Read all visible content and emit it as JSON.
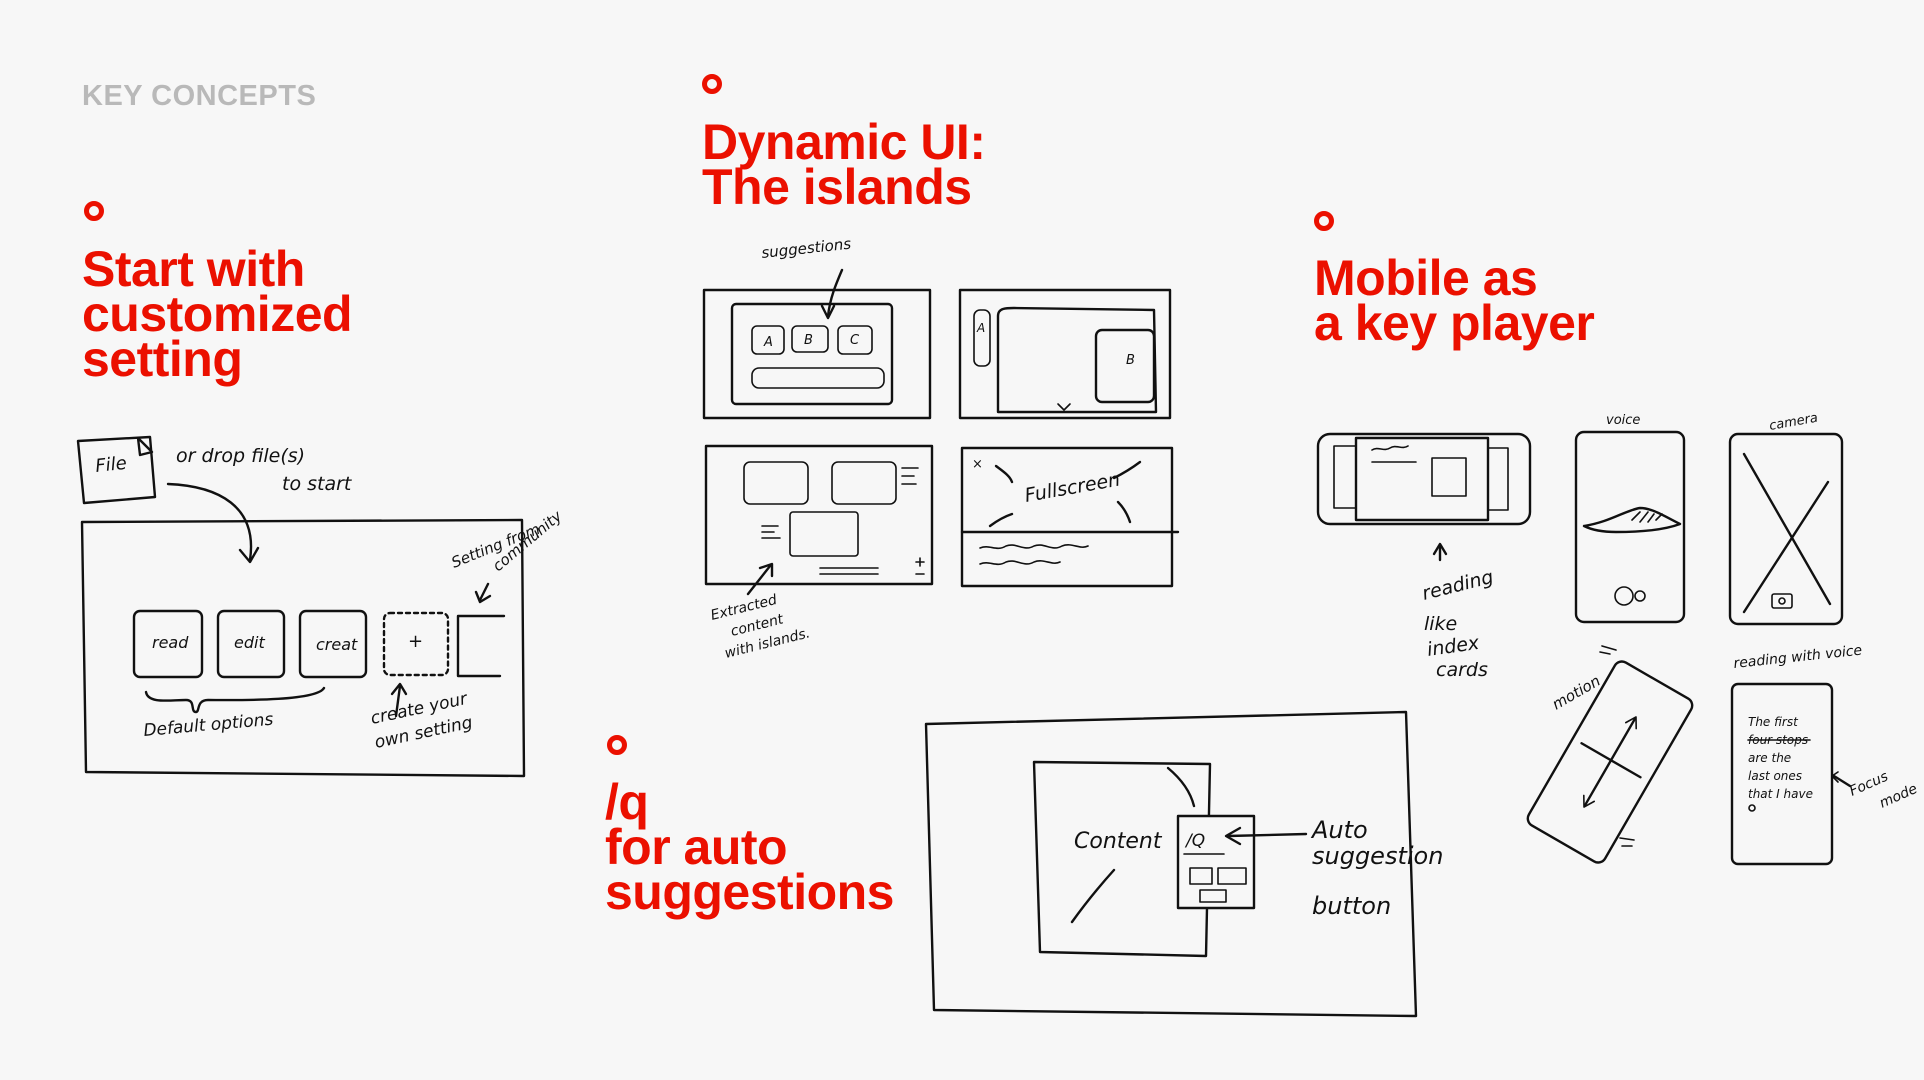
{
  "kicker": "KEY CONCEPTS",
  "accent_color": "#eb1000",
  "concepts": [
    {
      "id": "customized-setting",
      "heading_lines": [
        "Start with",
        "customized",
        "setting"
      ]
    },
    {
      "id": "dynamic-ui",
      "heading_lines": [
        "Dynamic UI:",
        "The islands"
      ]
    },
    {
      "id": "mobile",
      "heading_lines": [
        "Mobile as",
        "a key player"
      ]
    },
    {
      "id": "auto-suggestions",
      "heading_lines": [
        "/q",
        "for auto",
        "suggestions"
      ]
    }
  ],
  "sketch_setting": {
    "file_label": "File",
    "drop_note": [
      "or drop file(s)",
      "to start"
    ],
    "options": [
      "read",
      "edit",
      "creat",
      "+"
    ],
    "default_options_note": "Default options",
    "create_own_note": [
      "create your",
      "own setting"
    ],
    "community_note": [
      "Setting from",
      "community"
    ]
  },
  "sketch_islands": {
    "suggestions_note": "suggestions",
    "island_buttons": [
      "A",
      "B",
      "C"
    ],
    "side_island": "A",
    "card_b": "B",
    "fullscreen_label": "Fullscreen",
    "close_mark": "×",
    "extracted_note": [
      "Extracted",
      "content",
      "with islands."
    ]
  },
  "sketch_mobile": {
    "voice_label": "voice",
    "camera_label": "camera",
    "reading_note": [
      "reading",
      "like",
      "index",
      "cards"
    ],
    "motion_label": "motion",
    "reading_voice_label": "reading with voice",
    "focus_note": [
      "Focus",
      "mode"
    ],
    "reading_text": [
      "The first",
      "four stops",
      "are the",
      "last ones",
      "that I have"
    ]
  },
  "sketch_q": {
    "content_label": "Content",
    "q_button": "/Q",
    "auto_note": [
      "Auto",
      "suggestion",
      "button"
    ]
  }
}
